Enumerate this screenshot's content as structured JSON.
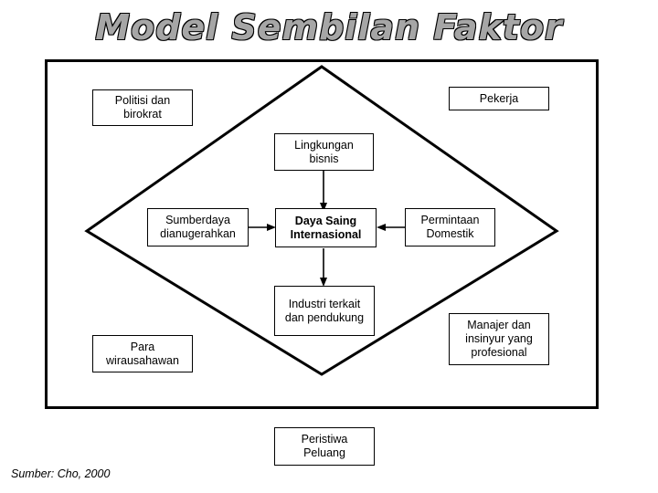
{
  "title": "Model Sembilan Faktor",
  "source_note": "Sumber: Cho, 2000",
  "boxes": {
    "politisi": "Politisi dan birokrat",
    "pekerja": "Pekerja",
    "lingkungan": "Lingkungan bisnis",
    "sumberdaya": "Sumberdaya dianugerahkan",
    "daya_saing": "Daya Saing Internasional",
    "permintaan": "Permintaan Domestik",
    "industri": "Industri terkait dan pendukung",
    "para_wirausahawan": "Para wirausahawan",
    "manajer": "Manajer dan insinyur yang profesional",
    "peristiwa": "Peristiwa Peluang"
  },
  "colors": {
    "line": "#000000",
    "background": "#ffffff",
    "title_fill": "#a6a6a6"
  },
  "chart_data": {
    "type": "diagram",
    "title": "Model Sembilan Faktor",
    "nodes": [
      "Politisi dan birokrat",
      "Pekerja",
      "Lingkungan bisnis",
      "Sumberdaya dianugerahkan",
      "Daya Saing Internasional",
      "Permintaan Domestik",
      "Industri terkait dan pendukung",
      "Para wirausahawan",
      "Manajer dan insinyur yang profesional",
      "Peristiwa Peluang"
    ],
    "edges": [
      {
        "from": "Lingkungan bisnis",
        "to": "Daya Saing Internasional"
      },
      {
        "from": "Sumberdaya dianugerahkan",
        "to": "Daya Saing Internasional"
      },
      {
        "from": "Permintaan Domestik",
        "to": "Daya Saing Internasional"
      },
      {
        "from": "Daya Saing Internasional",
        "to": "Industri terkait dan pendukung"
      }
    ]
  }
}
